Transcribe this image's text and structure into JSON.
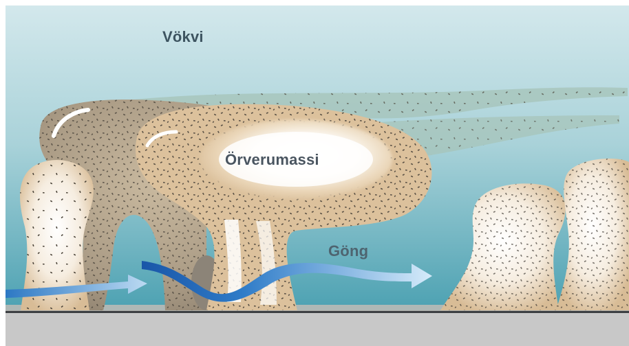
{
  "labels": {
    "water": "Vökvi",
    "mass": "Örverumassi",
    "tunnel": "Göng"
  },
  "colors": {
    "water_top": "#cfe6ea",
    "water_bottom": "#4fa2b2",
    "biomass_dark": "#a89a86",
    "biomass_light": "#e1c7a2",
    "biomass_core": "#ffffff",
    "substrate": "#c8c8c8",
    "flow_arrow_dark": "#1f63b4",
    "flow_arrow_light": "#cfe6f8",
    "label_text": "#3d5460"
  }
}
